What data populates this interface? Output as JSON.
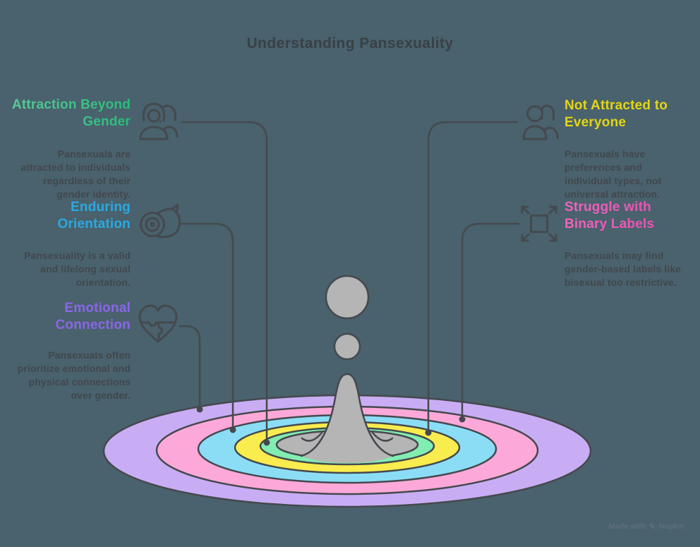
{
  "title": "Understanding Pansexuality",
  "watermark": {
    "made_with": "Made with",
    "brand": "Napkin"
  },
  "colors": {
    "background": "#49626D",
    "title_text": "#3A4046",
    "body_text": "#42474D",
    "outline": "#45494E",
    "ring_purple": "#C9ADF4",
    "ring_pink": "#FCA9D9",
    "ring_cyan": "#8BDDF6",
    "ring_yellow": "#F9EC4F",
    "ring_green": "#82EDB2",
    "center_gray": "#B5B5B5"
  },
  "ripple_rings": [
    {
      "name": "purple",
      "color": "#C9ADF4"
    },
    {
      "name": "pink",
      "color": "#FCA9D9"
    },
    {
      "name": "cyan",
      "color": "#8BDDF6"
    },
    {
      "name": "yellow",
      "color": "#F9EC4F"
    },
    {
      "name": "green",
      "color": "#82EDB2"
    },
    {
      "name": "gray",
      "color": "#B5B5B5"
    }
  ],
  "sections": [
    {
      "id": "attraction-beyond-gender",
      "title": "Attraction Beyond Gender",
      "title_lines": [
        "Attraction Beyond",
        "Gender"
      ],
      "title_color": "#2EBE7D",
      "icon": "two-women-icon",
      "body": "Pansexuals are attracted to individuals regardless of their gender identity.",
      "body_lines": [
        "Pansexuals are",
        "attracted to individuals",
        "regardless of their",
        "gender identity."
      ],
      "connected_ring": "green"
    },
    {
      "id": "enduring-orientation",
      "title": "Enduring Orientation",
      "title_lines": [
        "Enduring",
        "Orientation"
      ],
      "title_color": "#2AA9E2",
      "icon": "tape-roll-icon",
      "body": "Pansexuality is a valid and lifelong sexual orientation.",
      "body_lines": [
        "Pansexuality is a valid",
        "and lifelong sexual",
        "orientation."
      ],
      "connected_ring": "cyan"
    },
    {
      "id": "emotional-connection",
      "title": "Emotional Connection",
      "title_lines": [
        "Emotional",
        "Connection"
      ],
      "title_color": "#8A66E8",
      "icon": "heart-puzzle-icon",
      "body": "Pansexuals often prioritize emotional and physical connections over gender.",
      "body_lines": [
        "Pansexuals often",
        "prioritize emotional and",
        "physical connections",
        "over gender."
      ],
      "connected_ring": "purple"
    },
    {
      "id": "not-attracted-to-everyone",
      "title": "Not Attracted to Everyone",
      "title_lines": [
        "Not Attracted to",
        "Everyone"
      ],
      "title_color": "#E4D514",
      "icon": "two-people-icon",
      "body": "Pansexuals have preferences and individual types, not universal attraction.",
      "body_lines": [
        "Pansexuals have",
        "preferences and",
        "individual types, not",
        "universal attraction."
      ],
      "connected_ring": "yellow"
    },
    {
      "id": "struggle-with-binary-labels",
      "title": "Struggle with Binary Labels",
      "title_lines": [
        "Struggle with",
        "Binary Labels"
      ],
      "title_color": "#E94FB2",
      "icon": "expand-arrows-icon",
      "body": "Pansexuals may find gender-based labels like bisexual too restrictive.",
      "body_lines": [
        "Pansexuals may find",
        "gender-based labels like",
        "bisexual too restrictive."
      ],
      "connected_ring": "pink"
    }
  ]
}
